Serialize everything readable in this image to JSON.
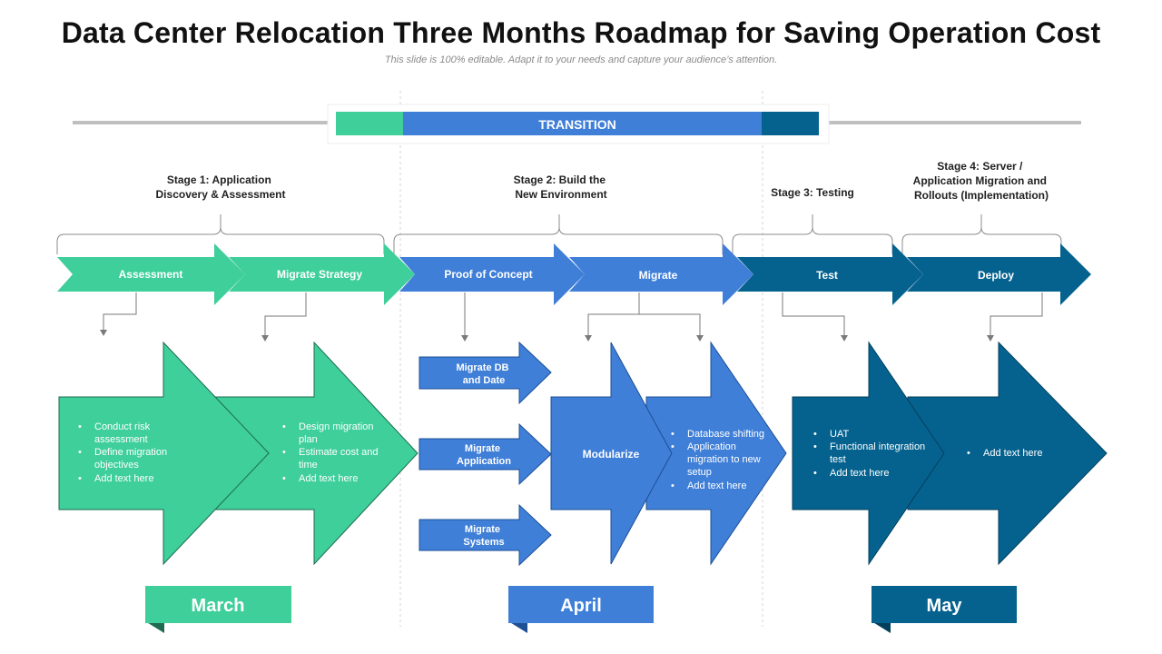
{
  "title": "Data Center Relocation Three Months Roadmap for Saving Operation Cost",
  "subtitle": "This slide is 100% editable. Adapt it to your needs and capture your audience’s attention.",
  "colors": {
    "green": "#3ecf9a",
    "blue": "#3f7fd8",
    "navy": "#05628f",
    "gray": "#bfbfbf",
    "line": "#7a7a7a"
  },
  "transition": {
    "label": "TRANSITION"
  },
  "stages": [
    {
      "lines": [
        "Stage 1: Application",
        "Discovery & Assessment"
      ]
    },
    {
      "lines": [
        "Stage 2: Build the",
        "New Environment"
      ]
    },
    {
      "lines": [
        "Stage 3: Testing"
      ]
    },
    {
      "lines": [
        "Stage 4: Server /",
        "Application Migration and",
        "Rollouts (Implementation)"
      ]
    }
  ],
  "steps": [
    {
      "label": "Assessment"
    },
    {
      "label": "Migrate Strategy"
    },
    {
      "label": "Proof of Concept"
    },
    {
      "label": "Migrate"
    },
    {
      "label": "Test"
    },
    {
      "label": "Deploy"
    }
  ],
  "details": [
    {
      "bullets": [
        [
          "Conduct risk",
          "assessment"
        ],
        [
          "Define migration",
          "objectives"
        ],
        [
          "Add text here"
        ]
      ]
    },
    {
      "bullets": [
        [
          "Design migration",
          "plan"
        ],
        [
          "Estimate cost and",
          "time"
        ],
        [
          "Add text here"
        ]
      ]
    },
    {
      "bullets": [
        [
          "Database shifting"
        ],
        [
          "Application",
          "migration to new",
          "setup"
        ],
        [
          "Add text here"
        ]
      ]
    },
    {
      "bullets": [
        [
          "UAT"
        ],
        [
          "Functional integration",
          "test"
        ],
        [
          "Add text here"
        ]
      ]
    },
    {
      "bullets": [
        [
          "Add text here"
        ]
      ]
    }
  ],
  "poc_items": [
    {
      "lines": [
        "Migrate DB",
        "and Date"
      ]
    },
    {
      "lines": [
        "Migrate",
        "Application"
      ]
    },
    {
      "lines": [
        "Migrate",
        "Systems"
      ]
    }
  ],
  "modularize": {
    "label": "Modularize"
  },
  "months": [
    {
      "label": "March"
    },
    {
      "label": "April"
    },
    {
      "label": "May"
    }
  ]
}
